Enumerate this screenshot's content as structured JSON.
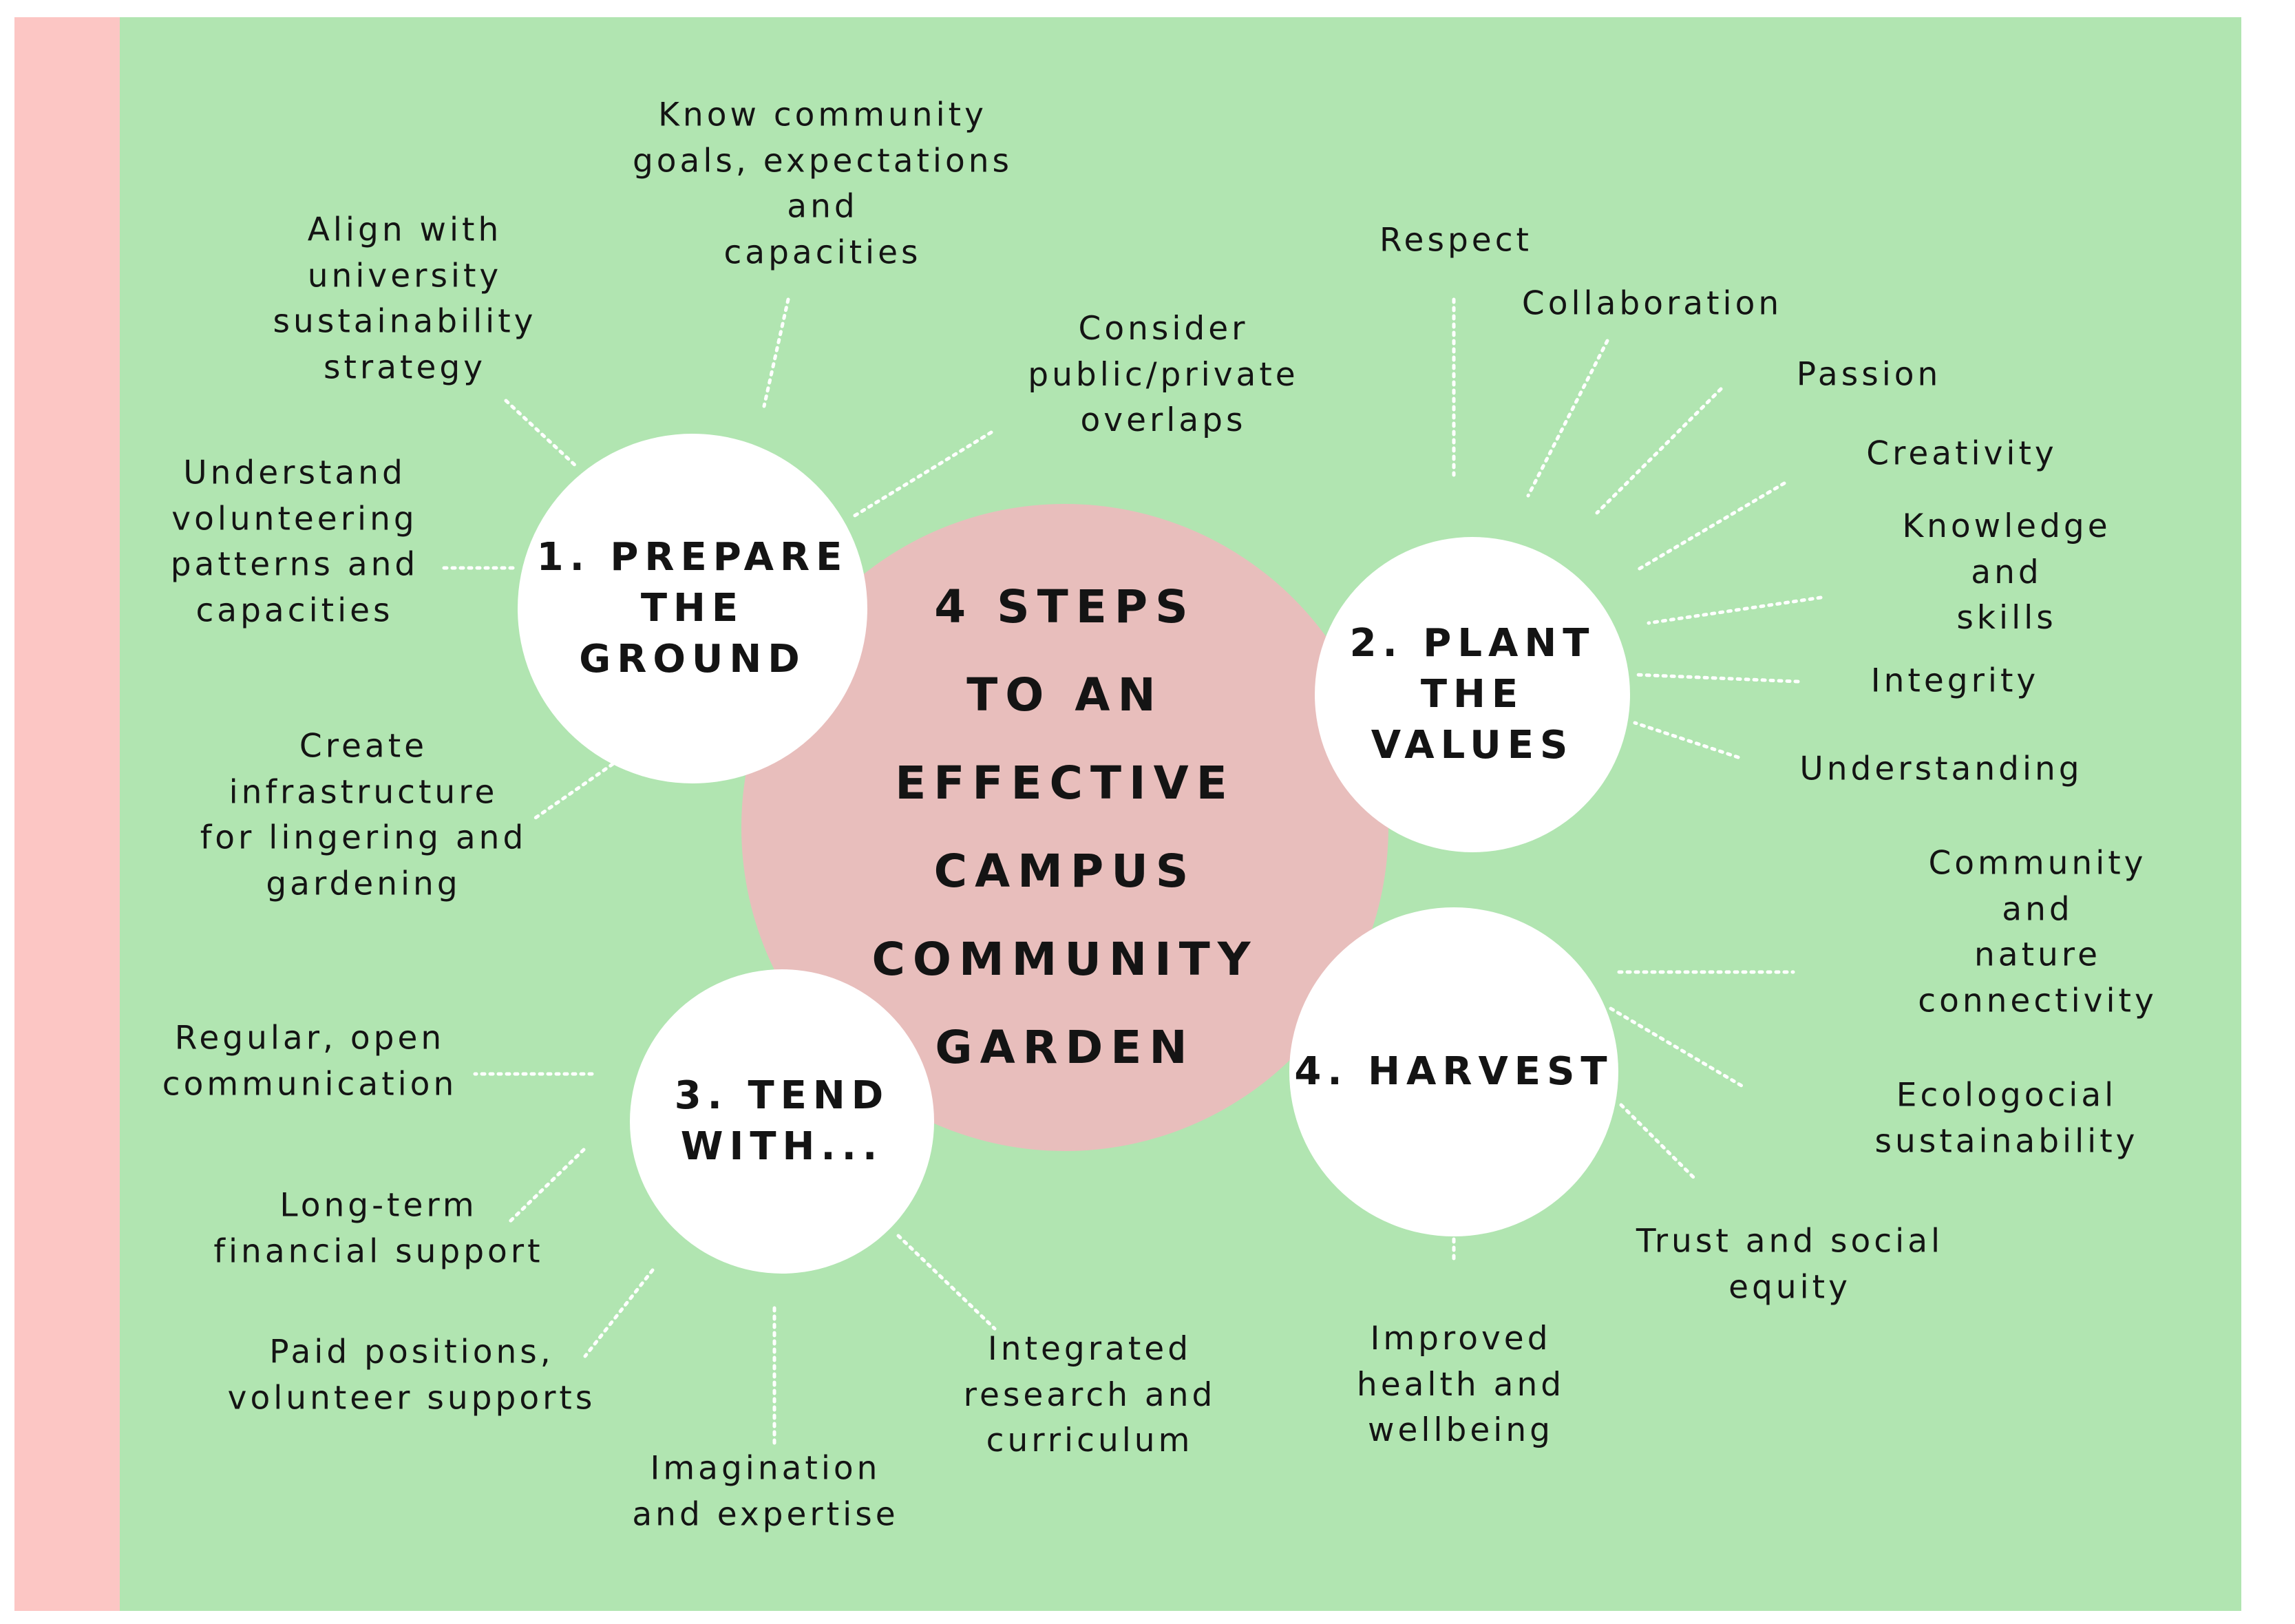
{
  "colors": {
    "background": "#b1e5b1",
    "left_band": "#fcc6c4",
    "center_circle": "#e8bebc",
    "step_circle": "#ffffff",
    "text": "#141414",
    "connector": "#ffffff"
  },
  "center": {
    "title": "4 STEPS\nTO AN\nEFFECTIVE\nCAMPUS\nCOMMUNITY\nGARDEN"
  },
  "steps": [
    {
      "title": "1. PREPARE\nTHE\nGROUND"
    },
    {
      "title": "2. PLANT\nTHE\nVALUES"
    },
    {
      "title": "3. TEND\nWITH..."
    },
    {
      "title": "4. HARVEST"
    }
  ],
  "prepare_items": [
    "Know community\ngoals, expectations\nand\ncapacities",
    "Align with\nuniversity\nsustainability\nstrategy",
    "Consider\npublic/private\noverlaps",
    "Understand\nvolunteering\npatterns and\ncapacities",
    "Create\ninfrastructure\nfor lingering and\ngardening"
  ],
  "plant_items": [
    "Respect",
    "Collaboration",
    "Passion",
    "Creativity",
    "Knowledge and\nskills",
    "Integrity",
    "Understanding"
  ],
  "tend_items": [
    "Regular, open\ncommunication",
    "Long-term\nfinancial support",
    "Paid positions,\nvolunteer supports",
    "Imagination\nand expertise",
    "Integrated\nresearch and\ncurriculum"
  ],
  "harvest_items": [
    "Community and\nnature connectivity",
    "Ecologocial\nsustainability",
    "Trust and social\nequity",
    "Improved\nhealth and\nwellbeing"
  ]
}
